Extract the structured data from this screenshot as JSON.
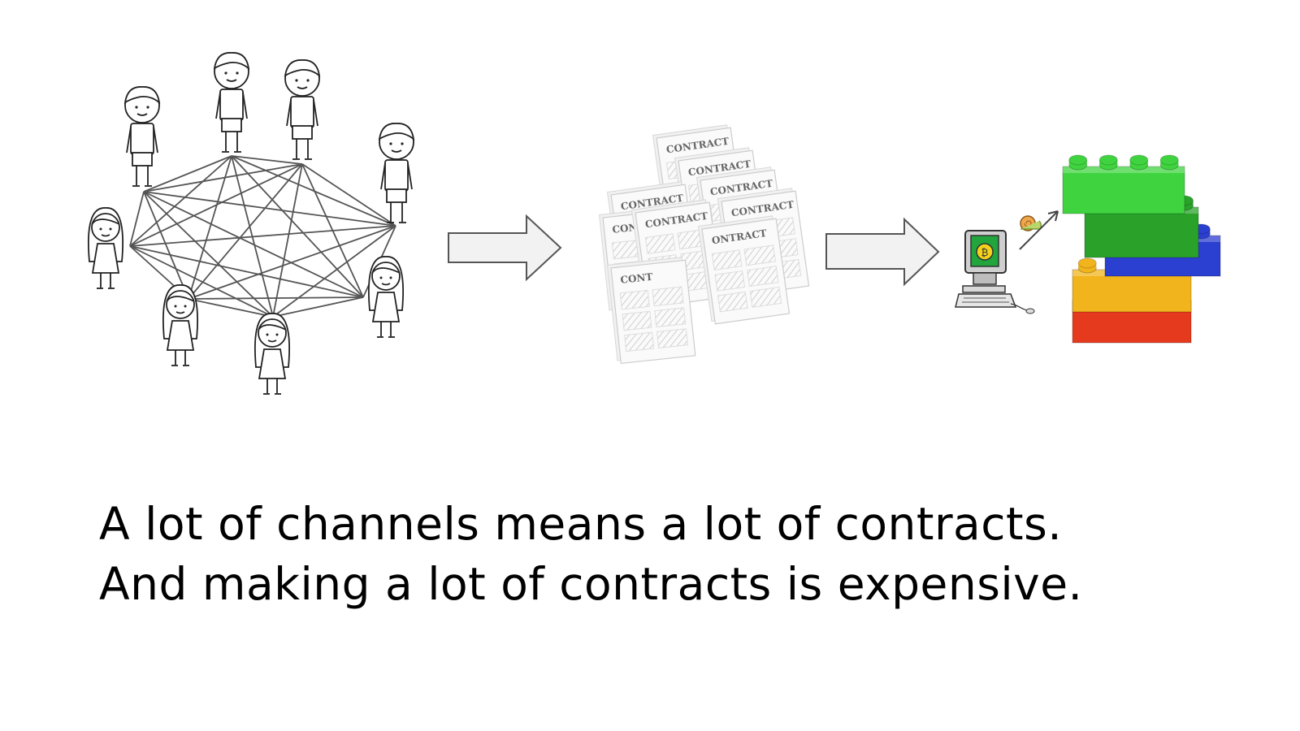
{
  "caption": {
    "line1": "A lot of channels means a lot of contracts.",
    "line2": "And making a lot of contracts is expensive."
  },
  "network": {
    "people": [
      {
        "kind": "boy"
      },
      {
        "kind": "boy"
      },
      {
        "kind": "boy"
      },
      {
        "kind": "boy"
      },
      {
        "kind": "girl"
      },
      {
        "kind": "girl"
      },
      {
        "kind": "girl"
      },
      {
        "kind": "girl"
      }
    ]
  },
  "contracts": {
    "label": "CONTRACT",
    "partial_labels": [
      "CONTR",
      "CONT",
      "CONT",
      "C",
      "C",
      "ONTRACT"
    ]
  },
  "colors": {
    "line": "#555555",
    "arrow_fill": "#f2f2f2",
    "arrow_stroke": "#555555",
    "brick_green_light": "#3fd43f",
    "brick_green_dark": "#2aa22a",
    "brick_blue": "#2b3fd0",
    "brick_yellow": "#f2b41c",
    "brick_red": "#e63a1e",
    "screen_green": "#22a53c",
    "coin_yellow": "#f4d21c"
  },
  "icons": [
    "people-network-illustration",
    "arrow-right-icon",
    "contract-stack-illustration",
    "computer-icon",
    "snail-icon",
    "growth-arrow-icon",
    "lego-bricks-illustration"
  ]
}
